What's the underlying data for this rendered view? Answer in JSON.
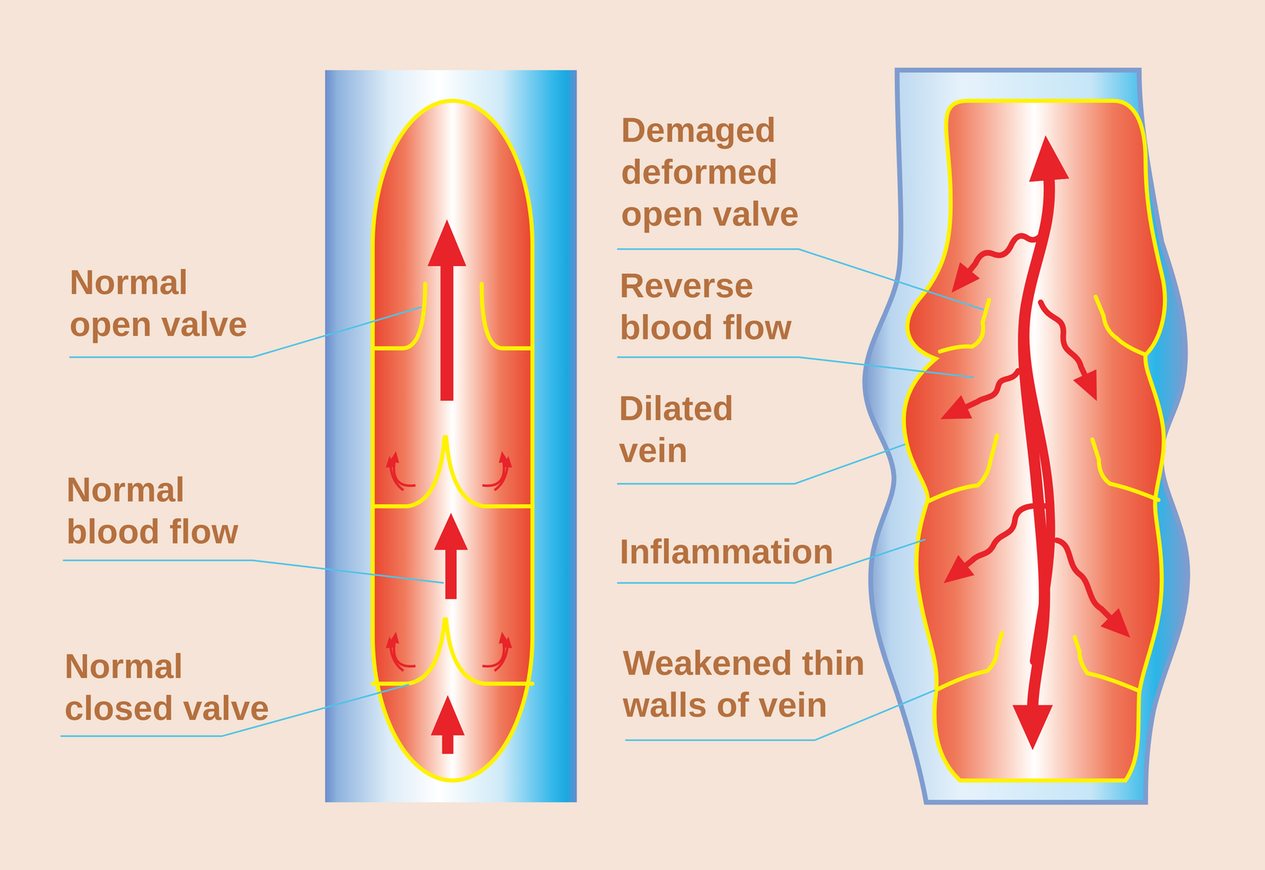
{
  "diagram": {
    "labels": [
      "Normal open valve",
      "Normal blood flow",
      "Normal closed valve",
      "Demaged deformed open valve",
      "Reverse blood flow",
      "Dilated vein",
      "Inflammation",
      "Weakened thin walls of vein"
    ]
  }
}
